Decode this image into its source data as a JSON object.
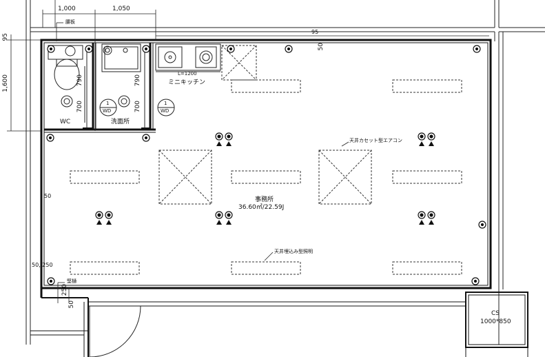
{
  "dimensions": {
    "top_left": "1,000",
    "top_middle": "1,050",
    "top_right_95": "95",
    "top_right_50": "50",
    "left_95": "95",
    "left_1600": "1,600",
    "left_50": "50",
    "wc_790": "790",
    "wc_700": "700",
    "wash_790": "790",
    "wash_700": "700",
    "bottom_50_250": "50, 250",
    "bottom_250": "250",
    "door_50": "50"
  },
  "rooms": {
    "wc": "WC",
    "washroom": "洗面所",
    "mini_kitchen": "ミニキッチン",
    "kitchen_length": "L=1200",
    "office": "事務所",
    "office_area": "36.60㎡/22.59J",
    "cs_name": "CS",
    "cs_size": "1000*850"
  },
  "annotations": {
    "handrail": "腰板",
    "waterproof": "堅樋",
    "aircon": "天井カセット型エアコン",
    "light": "天井埋込み型照明"
  },
  "symbols": {
    "wd_top": "1",
    "wd_bottom": "WD"
  }
}
